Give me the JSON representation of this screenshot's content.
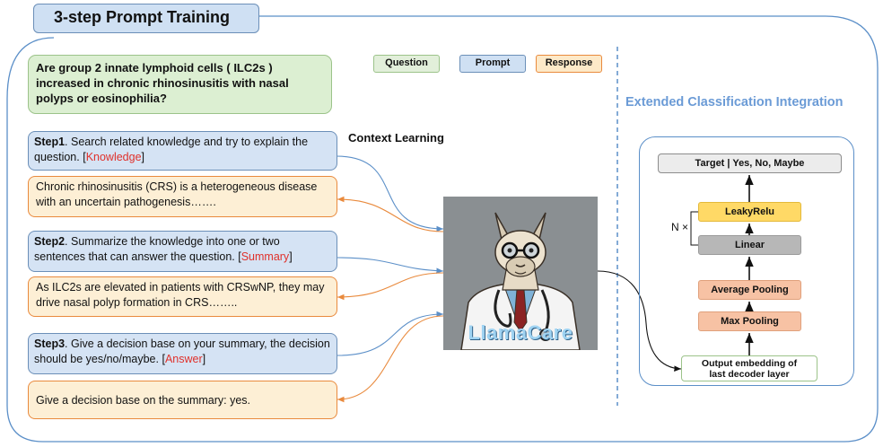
{
  "title": "3-step Prompt Training",
  "legend": {
    "question": "Question",
    "prompt": "Prompt",
    "response": "Response"
  },
  "question": "Are group 2 innate lymphoid cells ( ILC2s ) increased in chronic rhinosinusitis with nasal polyps or eosinophilia?",
  "context_label": "Context Learning",
  "steps": [
    {
      "step": "Step1",
      "text": ". Search related knowledge and try to explain the question. [",
      "tag": "Knowledge",
      "close": "]",
      "response": "Chronic rhinosinusitis (CRS) is a heterogeneous disease with an uncertain pathogenesis……."
    },
    {
      "step": "Step2",
      "text": ". Summarize the knowledge into one or two sentences that can answer the question. [",
      "tag": "Summary",
      "close": "]",
      "response": "As ILC2s are elevated in patients with CRSwNP, they may drive nasal polyp formation in CRS…….."
    },
    {
      "step": "Step3",
      "text": ". Give a decision base on your summary, the decision should be yes/no/maybe. [",
      "tag": "Answer",
      "close": "]",
      "response": "Give a decision base on the summary: yes."
    }
  ],
  "model_name": "LlamaCare",
  "extension_title": "Extended Classification Integration",
  "classifier": {
    "target": "Target | Yes, No, Maybe",
    "repeat_label": "N ×",
    "layers": [
      "LeakyRelu",
      "Linear",
      "Average Pooling",
      "Max Pooling"
    ],
    "input_line1": "Output embedding of",
    "input_line2": "last decoder layer"
  },
  "colors": {
    "prompt_fill": "#d5e3f4",
    "prompt_border": "#6b8fb8",
    "response_fill": "#fdefd5",
    "response_border": "#e98a3d",
    "question_fill": "#dcefd2",
    "question_border": "#9cc38a",
    "tag_red": "#e0312b",
    "extension_blue": "#6b9bd6",
    "leaky": "#ffd966",
    "linear": "#b7b7b7",
    "pooling": "#f7c2a4"
  }
}
